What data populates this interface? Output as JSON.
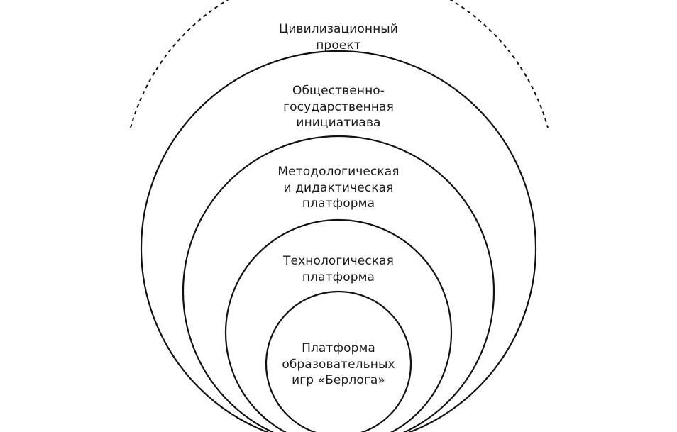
{
  "diagram": {
    "levels": [
      {
        "id": "civilizational-project",
        "lines": [
          "Цивилизационный",
          "проект"
        ]
      },
      {
        "id": "public-state-initiative",
        "lines": [
          "Общественно-",
          "государственная",
          "инициатиава"
        ]
      },
      {
        "id": "methodological-didactic-platform",
        "lines": [
          "Методологическая",
          "и дидактическая",
          "платформа"
        ]
      },
      {
        "id": "technological-platform",
        "lines": [
          "Технологическая",
          "платформа"
        ]
      },
      {
        "id": "educational-games-platform",
        "lines": [
          "Платформа",
          "образовательных",
          "игр «Берлога»"
        ]
      }
    ]
  }
}
